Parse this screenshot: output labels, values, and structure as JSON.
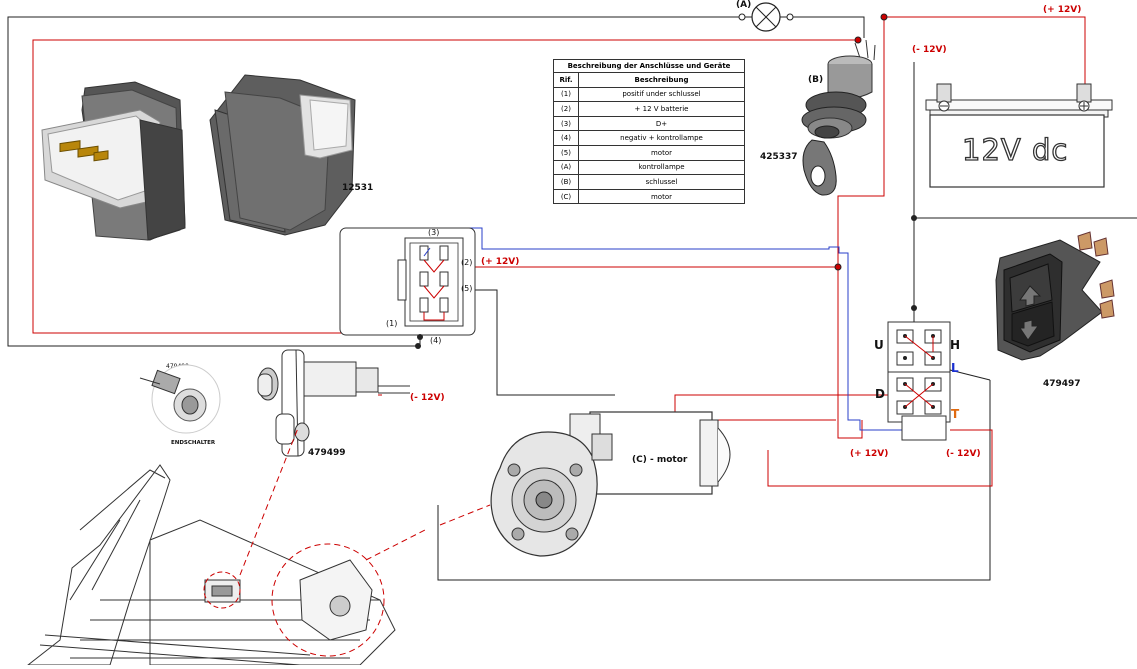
{
  "legend": {
    "title": "Beschreibung der Anschlüsse und Geräte",
    "col_ref": "Rif.",
    "col_desc": "Beschreibung",
    "rows": [
      {
        "ref": "(1)",
        "desc": "positif under schlussel"
      },
      {
        "ref": "(2)",
        "desc": "+ 12 V batterie"
      },
      {
        "ref": "(3)",
        "desc": "D+"
      },
      {
        "ref": "(4)",
        "desc": "negativ + kontrollampe"
      },
      {
        "ref": "(5)",
        "desc": "motor"
      },
      {
        "ref": "(A)",
        "desc": "kontrollampe"
      },
      {
        "ref": "(B)",
        "desc": "schlussel"
      },
      {
        "ref": "(C)",
        "desc": "motor"
      }
    ]
  },
  "labels": {
    "lamp_ref": "(A)",
    "key_ref": "(B)",
    "plus12_top": "(+ 12V)",
    "minus12_top": "(- 12V)",
    "battery": "12V dc",
    "part_relay": "12531",
    "part_key": "425337",
    "part_switch": "479497",
    "part_limit": "479499",
    "part_limit_small": "479499",
    "endschalter": "ENDSCHALTER",
    "motor": "(C) - motor",
    "plus12_mid": "(+ 12V)",
    "minus12_mid": "(- 12V)",
    "plus12_bottom": "(+ 12V)",
    "minus12_bottom": "(- 12V)",
    "pin1": "(1)",
    "pin2": "(2)",
    "pin3": "(3)",
    "pin4": "(4)",
    "pin5": "(5)",
    "sw_u": "U",
    "sw_h": "H",
    "sw_l": "L",
    "sw_d": "D",
    "sw_t": "T"
  },
  "colors": {
    "wire_black": "#222222",
    "wire_red": "#cc0000",
    "wire_blue": "#2a3fc8",
    "label_blue": "#1a2fd0",
    "label_orange": "#e06a10"
  }
}
